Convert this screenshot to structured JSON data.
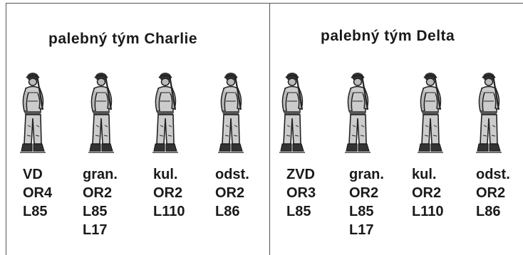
{
  "teams": [
    {
      "title": "palebný tým Charlie",
      "members": [
        {
          "role": "VD",
          "rank": "OR4",
          "weapon": "L85",
          "extra": ""
        },
        {
          "role": "gran.",
          "rank": "OR2",
          "weapon": "L85",
          "extra": "L17"
        },
        {
          "role": "kul.",
          "rank": "OR2",
          "weapon": "L110",
          "extra": ""
        },
        {
          "role": "odst.",
          "rank": "OR2",
          "weapon": "L86",
          "extra": ""
        }
      ]
    },
    {
      "title": "palebný tým Delta",
      "members": [
        {
          "role": "ZVD",
          "rank": "OR3",
          "weapon": "L85",
          "extra": ""
        },
        {
          "role": "gran.",
          "rank": "OR2",
          "weapon": "L85",
          "extra": "L17"
        },
        {
          "role": "kul.",
          "rank": "OR2",
          "weapon": "L110",
          "extra": ""
        },
        {
          "role": "odst.",
          "rank": "OR2",
          "weapon": "L86",
          "extra": ""
        }
      ]
    }
  ],
  "colors": {
    "ink": "#1a1a1a",
    "border": "#555555",
    "background": "#ffffff"
  },
  "icon": "soldier-icon"
}
